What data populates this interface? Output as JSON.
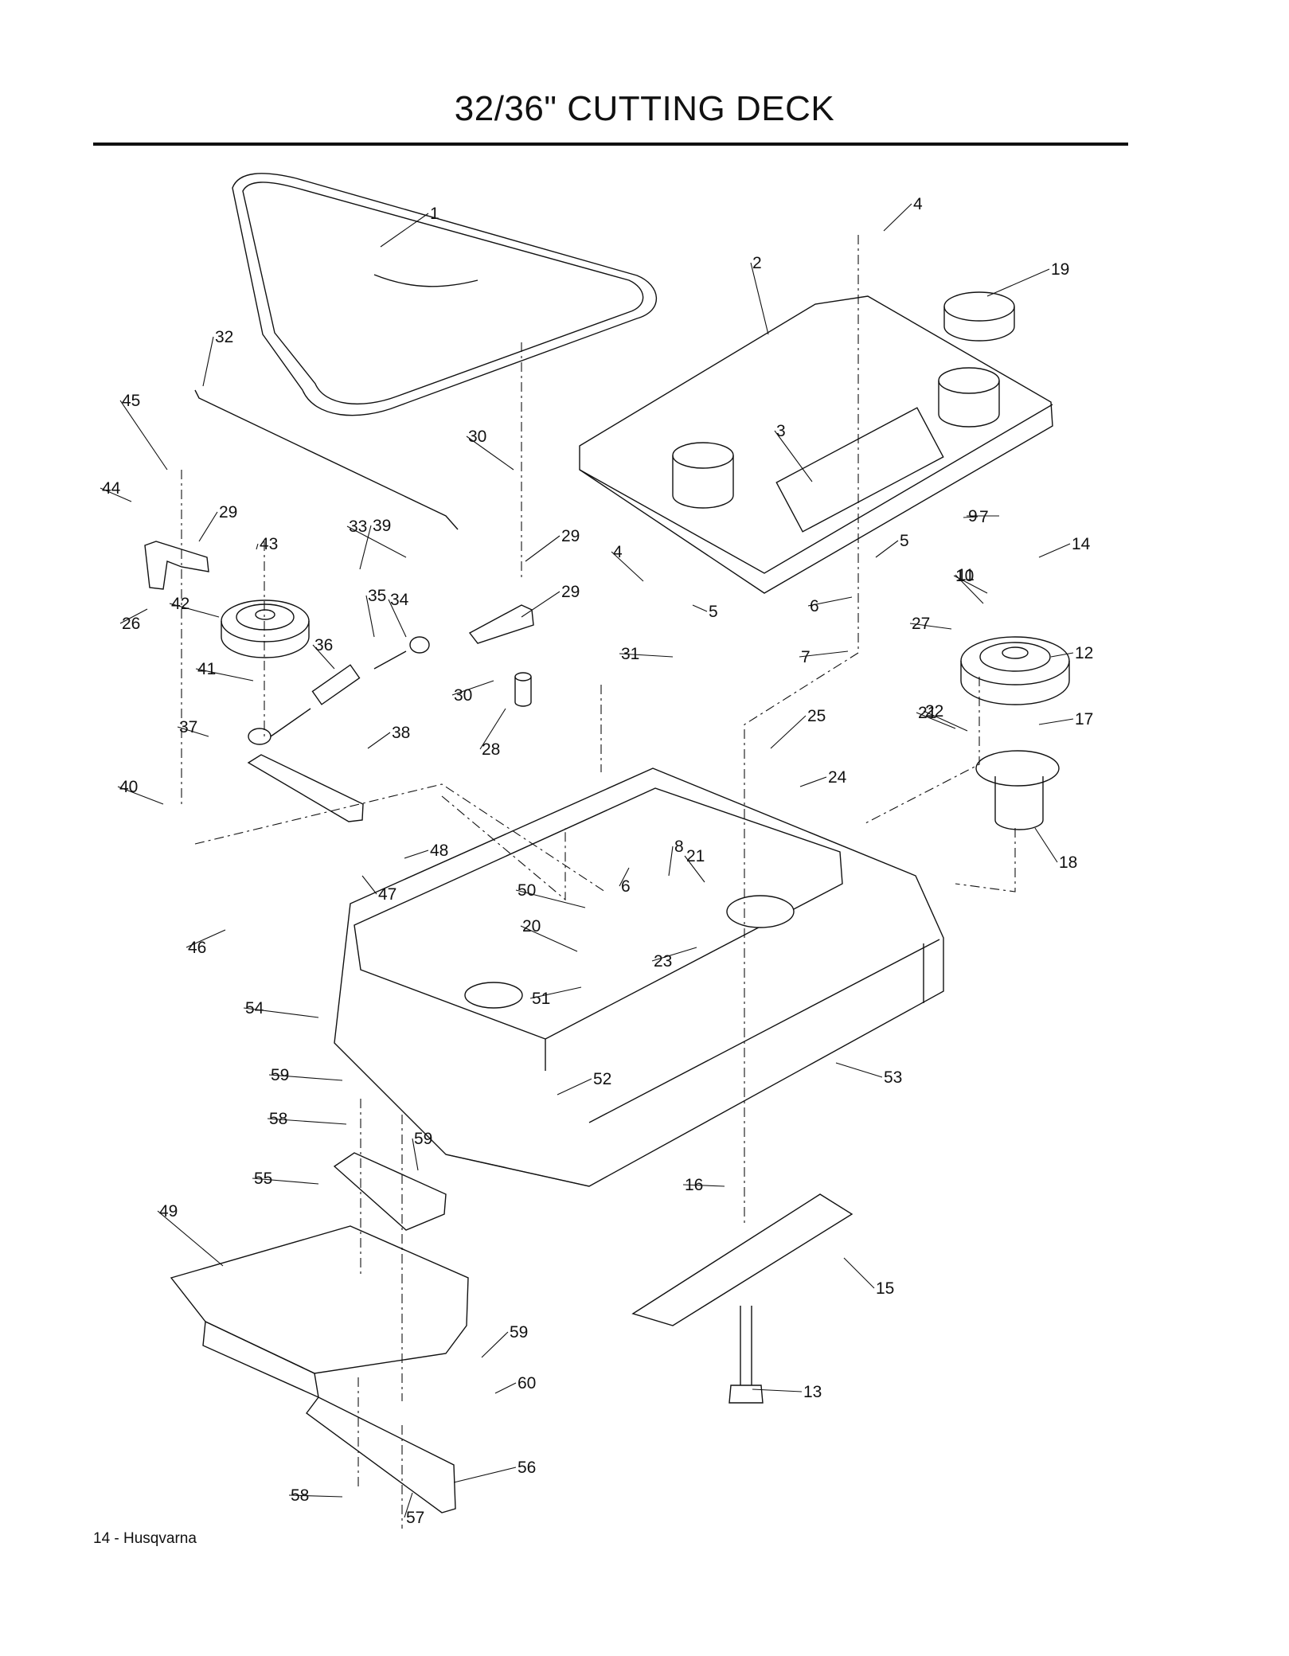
{
  "page": {
    "title": "32/36\" CUTTING DECK",
    "footer": "14 - Husqvarna"
  },
  "callouts": [
    "1",
    "2",
    "3",
    "4",
    "4",
    "5",
    "5",
    "6",
    "6",
    "7",
    "7",
    "8",
    "9",
    "10",
    "11",
    "12",
    "13",
    "14",
    "15",
    "16",
    "17",
    "18",
    "19",
    "20",
    "21",
    "21",
    "22",
    "23",
    "24",
    "25",
    "26",
    "27",
    "28",
    "29",
    "29",
    "29",
    "30",
    "30",
    "31",
    "32",
    "33",
    "34",
    "35",
    "36",
    "37",
    "38",
    "39",
    "40",
    "41",
    "42",
    "43",
    "44",
    "45",
    "46",
    "47",
    "48",
    "49",
    "50",
    "51",
    "52",
    "53",
    "54",
    "55",
    "56",
    "57",
    "58",
    "58",
    "59",
    "59",
    "59",
    "60"
  ]
}
